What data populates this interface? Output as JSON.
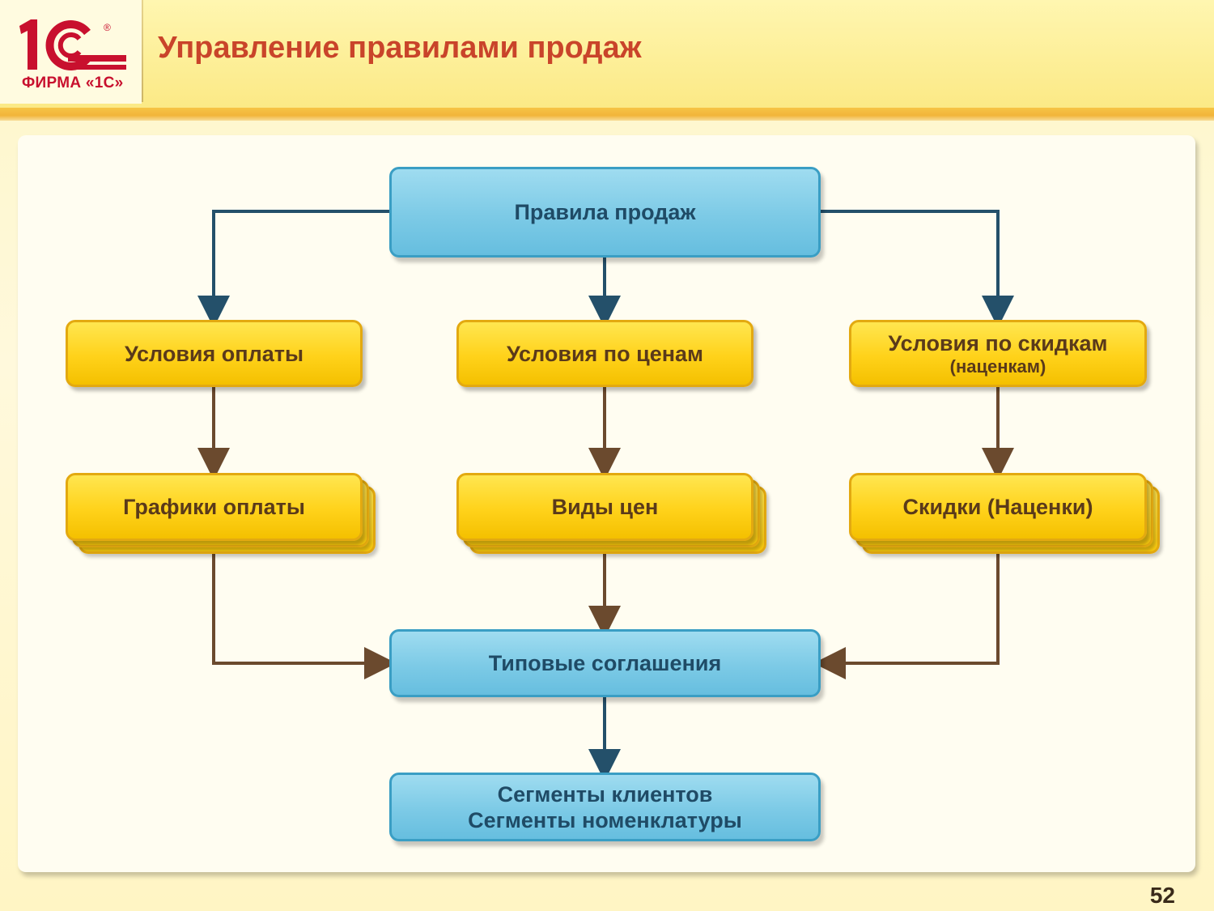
{
  "header": {
    "title": "Управление правилами продаж",
    "logo": {
      "mark": "1С",
      "registered": "®",
      "caption": "ФИРМА «1С»"
    }
  },
  "diagram": {
    "root": "Правила продаж",
    "conditions": {
      "payment": "Условия оплаты",
      "prices": "Условия по ценам",
      "discounts_line1": "Условия по скидкам",
      "discounts_line2": "(наценкам)"
    },
    "catalogs": {
      "payment_schedules": "Графики оплаты",
      "price_types": "Виды цен",
      "discounts": "Скидки (Наценки)"
    },
    "agreements": "Типовые соглашения",
    "segments": {
      "line1": "Сегменты клиентов",
      "line2": "Сегменты номенклатуры"
    },
    "colors": {
      "blue_box": "#7ccae6",
      "yellow_box": "#ffd21a",
      "blue_arrow": "#24506a",
      "brown_arrow": "#6b4a2e"
    }
  },
  "footer": {
    "page_number": "52"
  }
}
